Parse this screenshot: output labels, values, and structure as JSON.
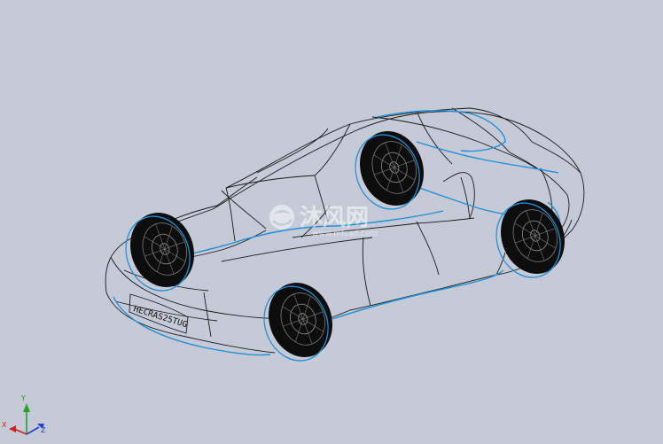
{
  "scene": {
    "background": "#c5cad6",
    "wire_color": "#1a1a1a",
    "edge_color": "#1f8fd8",
    "license_plate": "HECRAS25TUG"
  },
  "watermark": {
    "text": "沐风网",
    "url": "www.mfcad.com",
    "icon": "mf-logo-icon"
  },
  "triad": {
    "x_label": "X",
    "y_label": "Y",
    "z_label": "Z",
    "x_color": "#d02020",
    "y_color": "#20a020",
    "z_color": "#2040d0"
  }
}
